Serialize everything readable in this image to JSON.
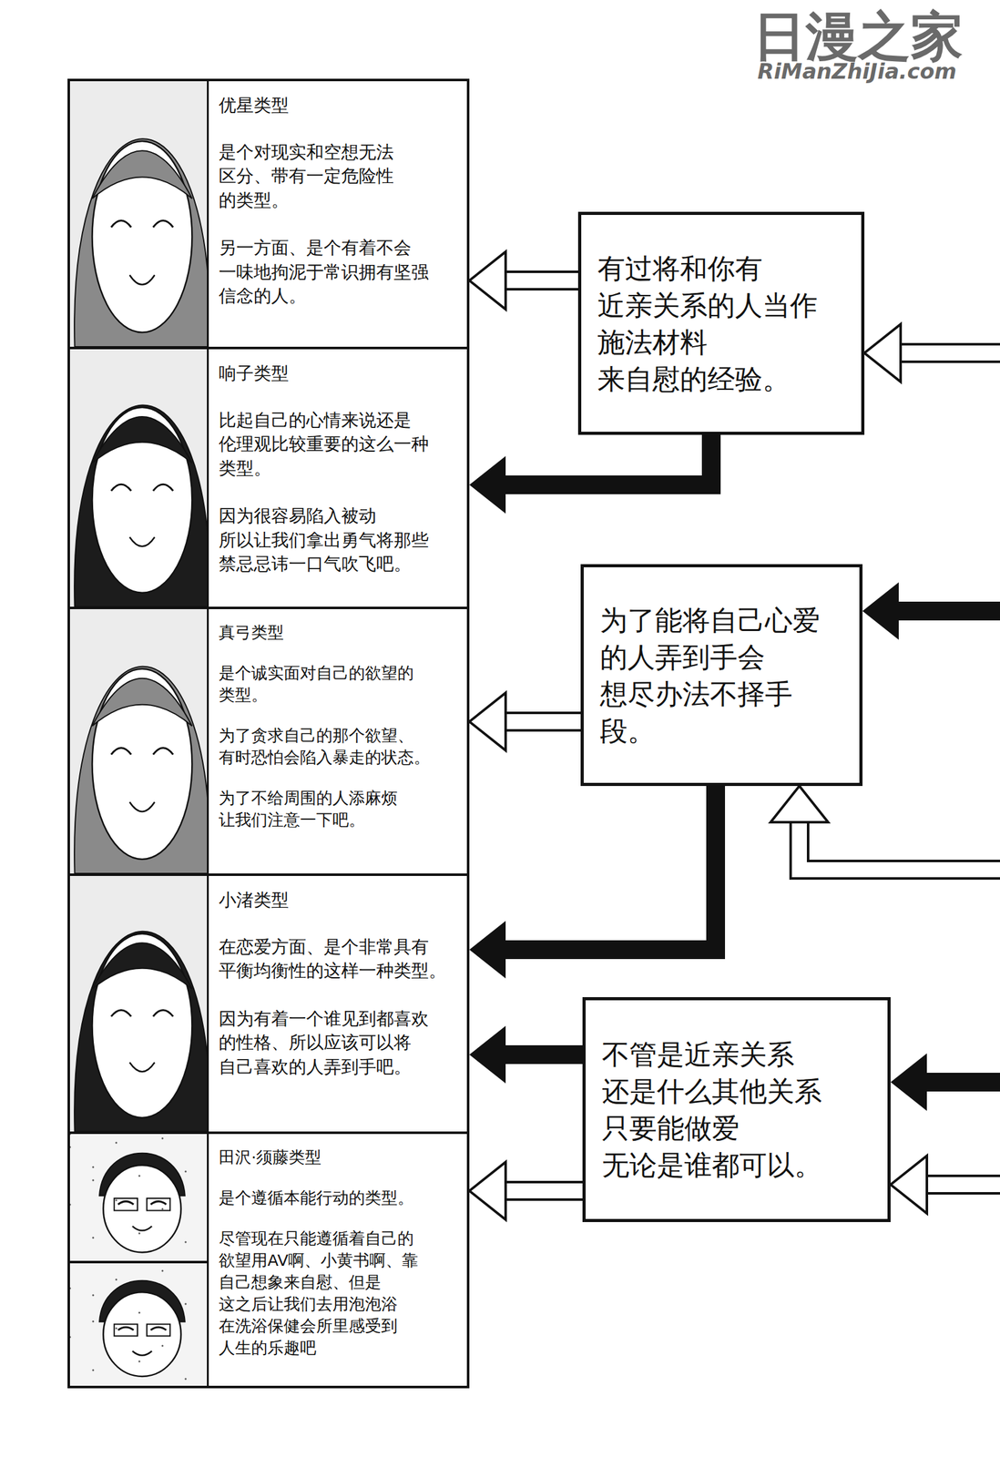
{
  "diagram": {
    "nodes": [
      {
        "text": [
          "优星类型",
          "是个对现实和空想无法 区分、带有一定危险性 的类型。",
          "另一方面、是个有着不会 一味地拘泥于常识拥有坚强 信念的人。"
        ]
      },
      {
        "text": [
          "响子类型",
          "比起自己的心情来说还是 伦理观比较重要的这么一种 类型。",
          "因为很容易陷入被动 所以让我们拿出勇气将那些 禁忌忌讳一口气吹飞吧。"
        ]
      },
      {
        "text": [
          "真弓类型",
          "是个诚实面对自己的欲望的 类型。",
          "为了贪求自己的那个欲望、 有时恐怕会陷入暴走的状态。",
          "为了不给周围的人添麻烦 让我们注意一下吧。"
        ]
      },
      {
        "text": [
          "小渚类型",
          "在恋爱方面、是个非常具有 平衡均衡性的这样一种类型。",
          "因为有着一个谁见到都喜欢 的性格、所以应该可以将 自己喜欢的人弄到手吧。"
        ]
      },
      {
        "text": [
          "田沢·须藤类型",
          "是个遵循本能行动的类型。",
          "尽管现在只能遵循着自己的 欲望用AV啊、小黄书啊、靠 自己想象来自慰、但是 这之后让我们去用泡泡浴 在洗浴保健会所里感受到 人生的乐趣吧"
        ]
      },
      {
        "text": [
          "有过将和你有 近亲关系的人当作 施法材料 来自慰的经验。"
        ]
      },
      {
        "text": [
          "为了能将自己心爱 的人弄到手会 想尽办法不择手段。"
        ]
      },
      {
        "text": [
          "不管是近亲关系 还是什么其他关系 只要能做爱 无论是谁都可以。"
        ]
      }
    ],
    "edges": [
      {
        "from": 5,
        "to": 0,
        "arrow": "to"
      },
      {
        "from": 5,
        "to": 1,
        "arrow": "to"
      },
      {
        "from": 6,
        "to": 2,
        "arrow": "to"
      },
      {
        "from": 6,
        "to": 3,
        "arrow": "to"
      },
      {
        "from": 7,
        "to": 3,
        "arrow": "to"
      },
      {
        "from": 7,
        "to": 4,
        "arrow": "to"
      }
    ],
    "labels": [
      "日漫之家",
      "RiManZhiJia.com"
    ]
  }
}
